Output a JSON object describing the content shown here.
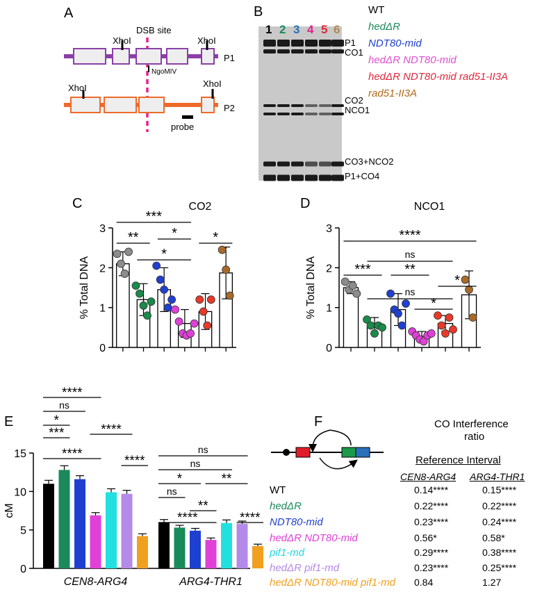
{
  "panels": {
    "A": "A",
    "B": "B",
    "C": "C",
    "D": "D",
    "E": "E",
    "F": "F"
  },
  "panelA": {
    "dsb": "DSB site",
    "xhoi": "XhoI",
    "ngomiv": "NgoMIV",
    "p1": "P1",
    "p2": "P2",
    "probe": "probe",
    "colors": {
      "p1": "#8a3fa6",
      "p2": "#ee6a2a",
      "dsb": "#e8208c"
    }
  },
  "panelB": {
    "lanes": [
      {
        "n": "1",
        "color": "#000000"
      },
      {
        "n": "2",
        "color": "#1a8a5a"
      },
      {
        "n": "3",
        "color": "#2a6fb8"
      },
      {
        "n": "4",
        "color": "#e41e8c"
      },
      {
        "n": "5",
        "color": "#e0283c"
      },
      {
        "n": "6",
        "color": "#b08850"
      }
    ],
    "bands": [
      "P1",
      "CO1",
      "CO2",
      "NCO1",
      "CO3+NCO2",
      "P1+CO4"
    ]
  },
  "legend": [
    {
      "text": "WT",
      "color": "#000000",
      "italic": false
    },
    {
      "text": "hedΔR",
      "color": "#1a8a5a",
      "italic": true
    },
    {
      "text": "NDT80-mid",
      "color": "#1f3fd0",
      "italic": true
    },
    {
      "text": "hedΔR NDT80-mid",
      "color": "#e050d0",
      "italic": true
    },
    {
      "text": "hedΔR NDT80-mid rad51-II3A",
      "color": "#e0283c",
      "italic": true
    },
    {
      "text": "rad51-II3A",
      "color": "#b06a1a",
      "italic": true
    }
  ],
  "chart_data": [
    {
      "type": "bar",
      "title": "CO2",
      "ylabel": "% Total DNA",
      "ylim": [
        0,
        3
      ],
      "yticks": [
        "0",
        "1",
        "2",
        "3"
      ],
      "values": [
        2.1,
        1.2,
        1.45,
        0.6,
        0.9,
        1.87
      ],
      "errors": [
        0.3,
        0.4,
        0.55,
        0.35,
        0.45,
        0.65
      ],
      "points": [
        [
          2.35,
          2.1,
          1.85,
          2.4
        ],
        [
          1.55,
          1.35,
          1.05,
          0.8,
          1.15
        ],
        [
          2.05,
          1.7,
          1.45,
          1.0,
          1.2
        ],
        [
          0.95,
          0.65,
          0.35,
          0.3,
          0.35,
          0.6
        ],
        [
          1.2,
          0.9,
          0.55,
          1.2
        ],
        [
          2.45,
          1.95,
          1.3
        ]
      ],
      "colors": [
        "#8c8c8c",
        "#1a8a4a",
        "#2040d0",
        "#e040d8",
        "#e83a2a",
        "#a86a2a"
      ],
      "significance": [
        {
          "label": "***",
          "from": 0,
          "to": 3
        },
        {
          "label": "**",
          "from": 0,
          "to": 1
        },
        {
          "label": "*",
          "from": 2,
          "to": 3
        },
        {
          "label": "*",
          "from": 1,
          "to": 3
        },
        {
          "label": "*",
          "from": 4,
          "to": 5
        }
      ]
    },
    {
      "type": "bar",
      "title": "NCO1",
      "ylabel": "% Total DNA",
      "ylim": [
        0,
        3
      ],
      "yticks": [
        "0",
        "1",
        "2",
        "3"
      ],
      "values": [
        1.5,
        0.55,
        0.95,
        0.28,
        0.6,
        1.32
      ],
      "errors": [
        0.15,
        0.2,
        0.4,
        0.12,
        0.2,
        0.6
      ],
      "points": [
        [
          1.65,
          1.45,
          1.55,
          1.35
        ],
        [
          0.7,
          0.55,
          0.35,
          0.55,
          0.5
        ],
        [
          1.35,
          0.95,
          0.85,
          0.55,
          1.1
        ],
        [
          0.4,
          0.3,
          0.2,
          0.15,
          0.3,
          0.35
        ],
        [
          0.8,
          0.55,
          0.35,
          0.75,
          0.45
        ],
        [
          1.7,
          1.45,
          0.75
        ]
      ],
      "colors": [
        "#8c8c8c",
        "#1a8a4a",
        "#2040d0",
        "#e040d8",
        "#e83a2a",
        "#a86a2a"
      ],
      "significance": [
        {
          "label": "****",
          "from": 0,
          "to": 5
        },
        {
          "label": "ns",
          "from": 1,
          "to": 4
        },
        {
          "label": "***",
          "from": 0,
          "to": 1
        },
        {
          "label": "**",
          "from": 2,
          "to": 3
        },
        {
          "label": "*",
          "from": 4,
          "to": 5
        },
        {
          "label": "ns",
          "from": 1,
          "to": 4
        },
        {
          "label": "*",
          "from": 3,
          "to": 4
        }
      ]
    },
    {
      "type": "bar",
      "ylabel": "cM",
      "ylim": [
        0,
        15
      ],
      "yticks": [
        "0",
        "5",
        "10",
        "15"
      ],
      "categories": [
        "CEN8-ARG4",
        "ARG4-THR1"
      ],
      "series_colors": [
        "#000000",
        "#1a8a5a",
        "#1f3fd0",
        "#e040d8",
        "#22e0e0",
        "#b48ae8",
        "#f0a020"
      ],
      "values": [
        [
          11.0,
          12.8,
          11.6,
          6.9,
          9.9,
          9.7,
          4.2
        ],
        [
          6.0,
          5.3,
          4.9,
          3.7,
          5.9,
          5.8,
          2.9
        ]
      ],
      "errors": [
        [
          0.45,
          0.55,
          0.45,
          0.35,
          0.45,
          0.45,
          0.3
        ],
        [
          0.35,
          0.3,
          0.3,
          0.25,
          0.4,
          0.35,
          0.25
        ]
      ],
      "significance": [
        {
          "label": "****",
          "group": 0,
          "from": 0,
          "to": 3
        },
        {
          "label": "ns",
          "group": 0,
          "from": 0,
          "to": 2
        },
        {
          "label": "*",
          "group": 0,
          "from": 0,
          "to": 1
        },
        {
          "label": "***",
          "group": 0,
          "from": 0,
          "to": 1
        },
        {
          "label": "****",
          "group": 0,
          "from": 0,
          "to": 3
        },
        {
          "label": "****",
          "group": 0,
          "from": 3,
          "to": 5
        },
        {
          "label": "****",
          "group": 0,
          "from": 5,
          "to": 6
        },
        {
          "label": "ns",
          "group": 1,
          "from": 0,
          "to": 5
        },
        {
          "label": "ns",
          "group": 1,
          "from": 0,
          "to": 4
        },
        {
          "label": "*",
          "group": 1,
          "from": 0,
          "to": 2
        },
        {
          "label": "**",
          "group": 1,
          "from": 3,
          "to": 5
        },
        {
          "label": "ns",
          "group": 1,
          "from": 0,
          "to": 1
        },
        {
          "label": "**",
          "group": 1,
          "from": 2,
          "to": 3
        },
        {
          "label": "****",
          "group": 1,
          "from": 0,
          "to": 3
        },
        {
          "label": "****",
          "group": 1,
          "from": 5,
          "to": 6
        }
      ]
    }
  ],
  "panelF": {
    "title1": "CO Interference",
    "title2": "ratio",
    "ref": "Reference Interval",
    "col1": "CEN8-ARG4",
    "col2": "ARG4-THR1",
    "rows": [
      {
        "name": "WT",
        "color": "#000000",
        "italic": false,
        "v1": "0.14****",
        "v2": "0.15****"
      },
      {
        "name": "hedΔR",
        "color": "#1a8a5a",
        "italic": true,
        "v1": "0.22****",
        "v2": "0.22****"
      },
      {
        "name": "NDT80-mid",
        "color": "#1f3fd0",
        "italic": true,
        "v1": "0.23****",
        "v2": "0.24****"
      },
      {
        "name": "hedΔR NDT80-mid",
        "color": "#e040d8",
        "italic": true,
        "v1": "0.56*",
        "v2": "0.58*"
      },
      {
        "name": "pif1-md",
        "color": "#22d8e0",
        "italic": true,
        "v1": "0.29****",
        "v2": "0.38****"
      },
      {
        "name": "hedΔR pif1-md",
        "color": "#b48ae8",
        "italic": true,
        "v1": "0.23****",
        "v2": "0.25****"
      },
      {
        "name": "hedΔR NDT80-mid pif1-md",
        "color": "#f0a020",
        "italic": true,
        "v1": "0.84",
        "v2": "1.27"
      }
    ]
  }
}
